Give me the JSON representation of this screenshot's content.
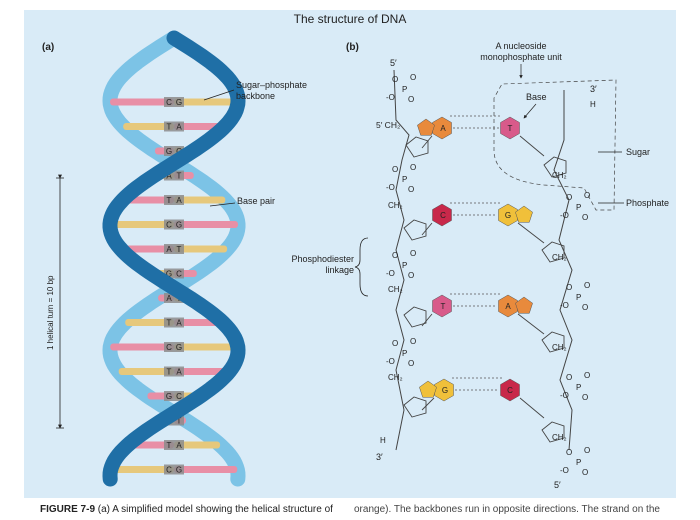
{
  "title": "The structure of DNA",
  "panel_a": {
    "label": "(a)",
    "backbone_label_line1": "Sugar–phosphate",
    "backbone_label_line2": "backbone",
    "base_pair_label": "Base pair",
    "helical_turn_label": "1 helical turn = 10 bp",
    "base_pairs": [
      {
        "left": "C",
        "right": "G"
      },
      {
        "left": "T",
        "right": "A"
      },
      {
        "left": "G",
        "right": "C"
      },
      {
        "left": "A",
        "right": "T"
      },
      {
        "left": "T",
        "right": "A"
      },
      {
        "left": "C",
        "right": "G"
      },
      {
        "left": "A",
        "right": "T"
      },
      {
        "left": "G",
        "right": "C"
      },
      {
        "left": "A",
        "right": "T"
      },
      {
        "left": "T",
        "right": "A"
      },
      {
        "left": "C",
        "right": "G"
      },
      {
        "left": "T",
        "right": "A"
      },
      {
        "left": "G",
        "right": "C"
      },
      {
        "left": "A",
        "right": "T"
      },
      {
        "left": "T",
        "right": "A"
      },
      {
        "left": "C",
        "right": "G"
      }
    ]
  },
  "panel_b": {
    "label": "(b)",
    "nucleoside_label_line1": "A nucleoside",
    "nucleoside_label_line2": "monophosphate unit",
    "base_label": "Base",
    "sugar_label": "Sugar",
    "phosphate_label": "Phosphate",
    "phosphodiester_label_line1": "Phosphodiester",
    "phosphodiester_label_line2": "linkage",
    "five_prime": "5′",
    "three_prime": "3′",
    "five_prime_ch2": "5′ CH₂",
    "ch2": "CH₂",
    "h": "H",
    "pairs": [
      {
        "left": "A",
        "right": "T"
      },
      {
        "left": "C",
        "right": "G"
      },
      {
        "left": "T",
        "right": "A"
      },
      {
        "left": "G",
        "right": "C"
      }
    ]
  },
  "caption_left_bold": "FIGURE 7-9",
  "caption_left_text": " (a) A simplified model showing the helical structure of",
  "caption_right": "orange). The backbones run in opposite directions. The strand on the",
  "colors": {
    "panel_bg": "#d9ebf7",
    "strand_dark": "#1f6fa6",
    "strand_light": "#7cc3e6",
    "base_pink": "#e88fa6",
    "base_tan": "#e6c87c",
    "base_gray": "#8c8c8c",
    "nuc_orange": "#e88a3c",
    "nuc_yellow": "#f0c03a",
    "nuc_pink": "#d85a8a",
    "nuc_red": "#c8284a"
  }
}
